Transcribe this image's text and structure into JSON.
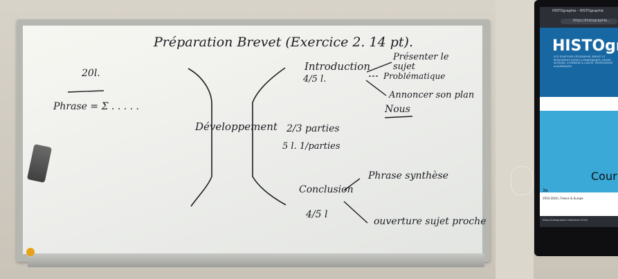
{
  "whiteboard": {
    "title": "Préparation Brevet (Exercice 2. 14 pt).",
    "left_note_count": "20l.",
    "left_note_phrase": "Phrase = Σ . . . . .",
    "introduction": "Introduction",
    "intro_lines": "4/5 l.",
    "intro_item_1": "Présenter le sujet",
    "intro_item_2": "Problématique",
    "intro_item_3": "Annoncer son plan",
    "intro_item_4": "Nous",
    "developpement": "Développement",
    "dev_parts": "2/3 parties",
    "dev_lines": "5 l. 1/parties",
    "conclusion": "Conclusion",
    "concl_lines": "4/5 l",
    "concl_item_1": "Phrase synthèse",
    "concl_item_2": "ouverture sujet proche"
  },
  "screen": {
    "tab_title": "HISTOgraphie - HISTOgraphie",
    "url": "https://histographie...",
    "site_title": "HISTOgr",
    "site_subtitle": "Site d'histoire géographie, brevet et ressources élèves & enseignants, HGGSP, auteurs, courriers & laïcité, professeurs académiques",
    "hero_text": "Cour",
    "level": "3e",
    "range": "1914-2024 | France & Europe",
    "status": "https://histographie.net/brevet-2016/"
  }
}
